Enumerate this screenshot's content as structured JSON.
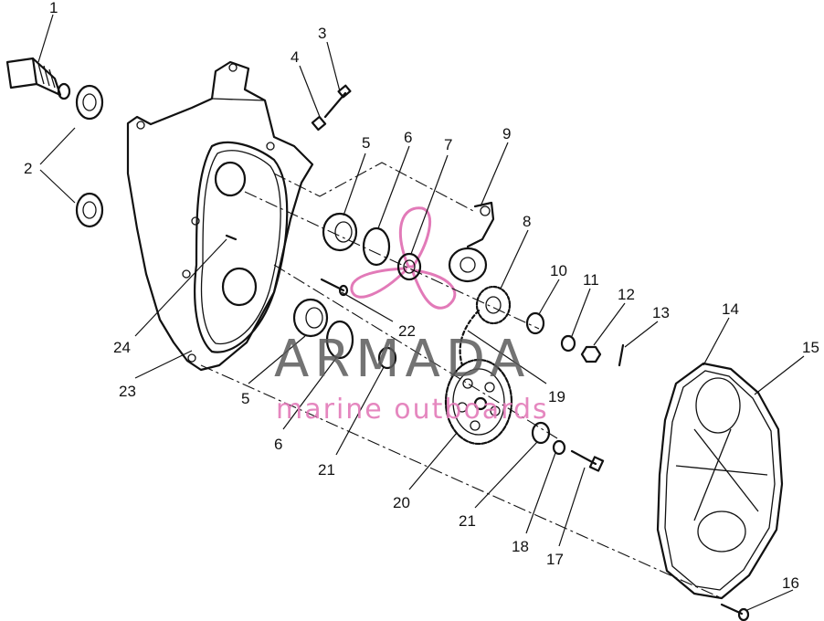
{
  "callouts": [
    "1",
    "2",
    "3",
    "4",
    "5",
    "6",
    "7",
    "8",
    "9",
    "10",
    "11",
    "12",
    "13",
    "14",
    "15",
    "5",
    "6",
    "21",
    "22",
    "23",
    "24",
    "20",
    "21",
    "18",
    "17",
    "19",
    "16"
  ],
  "watermark": {
    "title": "ARMADA",
    "subtitle": "marine outboards",
    "color_dark": "#5a5a5a",
    "color_accent": "#e27ab8"
  }
}
